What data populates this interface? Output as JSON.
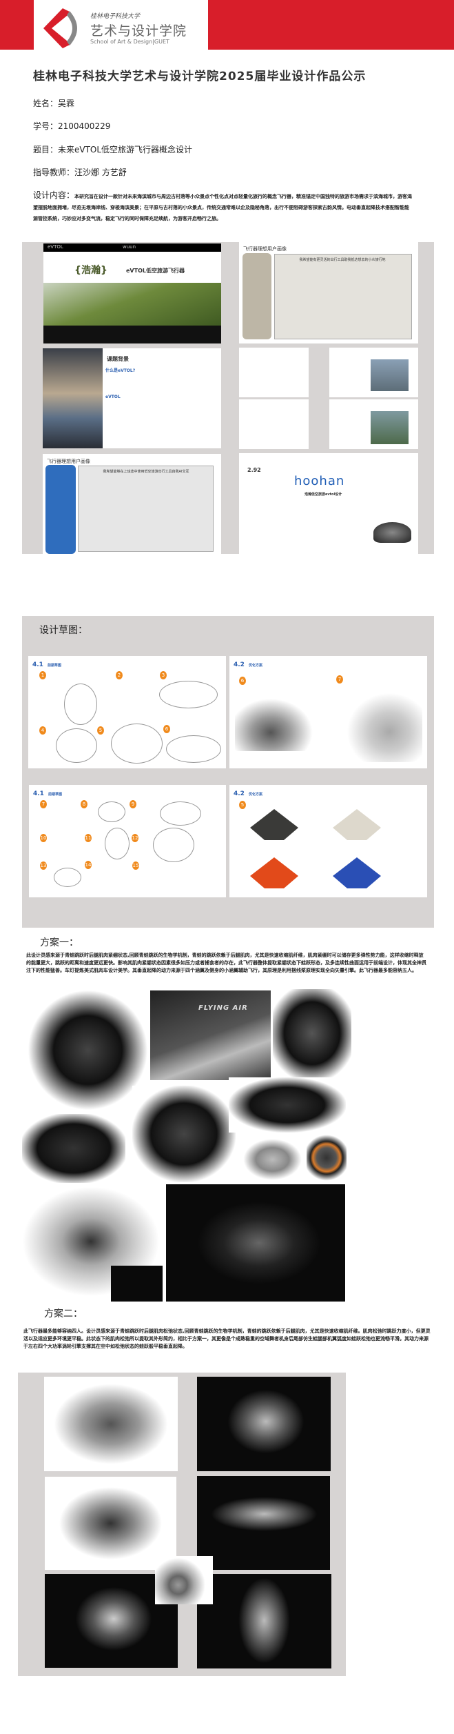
{
  "header": {
    "logo_line1": "桂林电子科技大学",
    "logo_line2": "艺术与设计学院",
    "logo_line3": "School of Art & Design|GUET",
    "brand_color": "#d81e2a"
  },
  "title": "桂林电子科技大学艺术与设计学院2025届毕业设计作品公示",
  "info": {
    "name": "姓名：吴霖",
    "student_id": "学号：2100400229",
    "topic": "题目：未来eVTOL低空旅游飞行器概念设计",
    "advisor": "指导教师：汪沙娜 方艺舒"
  },
  "description": {
    "label": "设计内容：",
    "text": "本研究旨在设计一款针对未来海滨城市与周边古村落等小众景点个性化点对点轻量化旅行的概念飞行器，精准锚定中国独特的旅游市场需求于滨海城市，游客渴望摆脱地面拥堵，尽览无垠海岸线、穿梭海滨美景；在平原与古村落的小众景点，传统交通常难以企及隐秘角落，出行不便阻碍游客探索古韵风情。电动垂直起降技术搭配智能能源管控系统，巧妙应对多变气流，稳定飞行的同时保障充足续航，为游客开启畅行之旅。"
  },
  "slides": {
    "cover_brand": "eVTOL",
    "cover_brand2": "wuun",
    "cover_title": "{浩瀚}",
    "cover_sub": "eVTOL低空旅游飞行器",
    "persona_title": "飞行器理想用户画像",
    "persona_quote": "我希望能有更灵活的出行工具助我抵达想去的小众旅行地",
    "bg_title": "课题背景",
    "bg_q": "什么是eVTOL?",
    "bg_sub": "eVTOL",
    "persona2_title": "飞行器理想用户画像",
    "persona2_quote": "我希望能够在上班途中使用低空旅游出行工具自我AI交互",
    "brand_num": "2.92",
    "brand_name": "hoohan",
    "brand_line": "浩瀚低空旅游evtol设计"
  },
  "sketches": {
    "title": "设计草图：",
    "b1": {
      "num": "4.1",
      "label": "前期草图"
    },
    "b2": {
      "num": "4.2",
      "label": "优化方案"
    },
    "nums_a": [
      "1",
      "2",
      "3",
      "4",
      "5",
      "6"
    ],
    "nums_b": [
      "6",
      "7"
    ],
    "nums_c": [
      "7",
      "8",
      "9",
      "10",
      "11",
      "12",
      "13",
      "14",
      "15"
    ],
    "nums_d": [
      "5"
    ]
  },
  "plan1": {
    "title": "方案一：",
    "text": "此设计灵感来源于青蛙跳跃时后腿肌肉紧绷状态,回顾青蛙跳跃的生物学机制，青蛙的跳跃依赖于后腿肌肉，尤其是快速收缩肌纤维，肌肉紧绷时可以储存更多弹性势力能，这样收缩时释放的能量更大，跳跃的距离和速度更远更快。影响其肌肉紧绷状态因素很多如压力或者捕食者的存在，此飞行器整体提取紧绷状态下蛙跃形态，及多连续性曲面运用于前端设计，体现其全神贯注下的性能猛兽。车灯提炼美式肌肉车设计美学。其垂直起降的动力来源于四个涵翼及侧身的小涵翼辅助飞行，其原理是利用摆线桨原理实现全向矢量引擎。此飞行器最多能容纳五人。",
    "render_label": "FLYING AIR"
  },
  "plan2": {
    "title": "方案二：",
    "text": "此飞行器最多能够容纳四人。设计灵感来源于青蛙跳跃时后腿肌肉松弛状态,回顾青蛙跳跃的生物学机制，青蛙的跳跃依赖于后腿肌肉，尤其是快速收缩肌纤维。肌肉松弛时跳跃力度小，但更灵活以及适应更多环境更平稳。此状态下的肌肉松弛所以提取其外形简约，相比于方案一，其更像是个成熟稳重的空域舞者机身后尾部仿生蛙腿部机翼弧度如蛙跃松弛也更流畅平滑。其动力来源于左右四个大功率涡轮引擎支撑其在空中如松弛状态的蛙跃般平稳垂直起降。"
  }
}
